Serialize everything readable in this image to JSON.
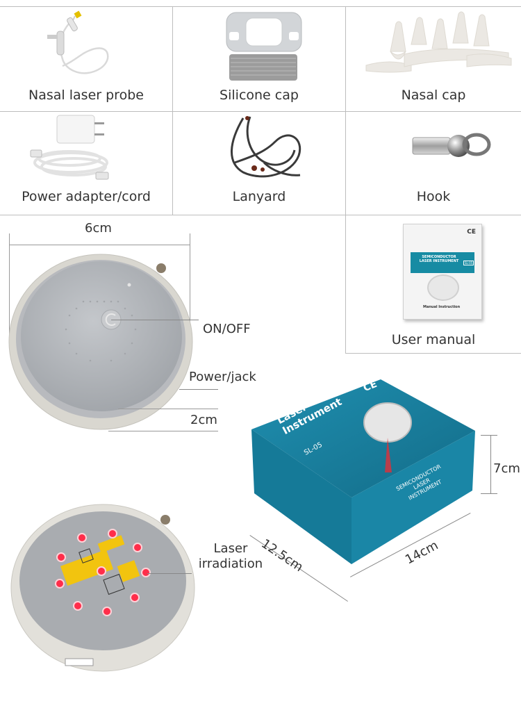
{
  "grid": {
    "items": [
      {
        "label": "Nasal laser probe"
      },
      {
        "label": "Silicone cap"
      },
      {
        "label": "Nasal cap"
      },
      {
        "label": "Power adapter/cord"
      },
      {
        "label": "Lanyard"
      },
      {
        "label": "Hook"
      }
    ],
    "manual": {
      "label": "User manual"
    }
  },
  "manual_art": {
    "ce": "CE",
    "title": "SEMICONDUCTOR LASER INSTRUMENT",
    "model": "SL-05",
    "footer": "Manual Instruction"
  },
  "device": {
    "width_label": "6cm",
    "on_off_label": "ON/OFF",
    "power_label": "Power/jack",
    "height_label": "2cm",
    "laser_label": "Laser irradiation"
  },
  "box": {
    "ce": "CE",
    "title": "Semiconductor Laser Instrument",
    "model": "SL-05",
    "side_text": "SEMICONDUCTOR LASER INSTRUMENT",
    "height_label": "7cm",
    "depth_label": "12.5cm",
    "width_label": "14cm"
  }
}
